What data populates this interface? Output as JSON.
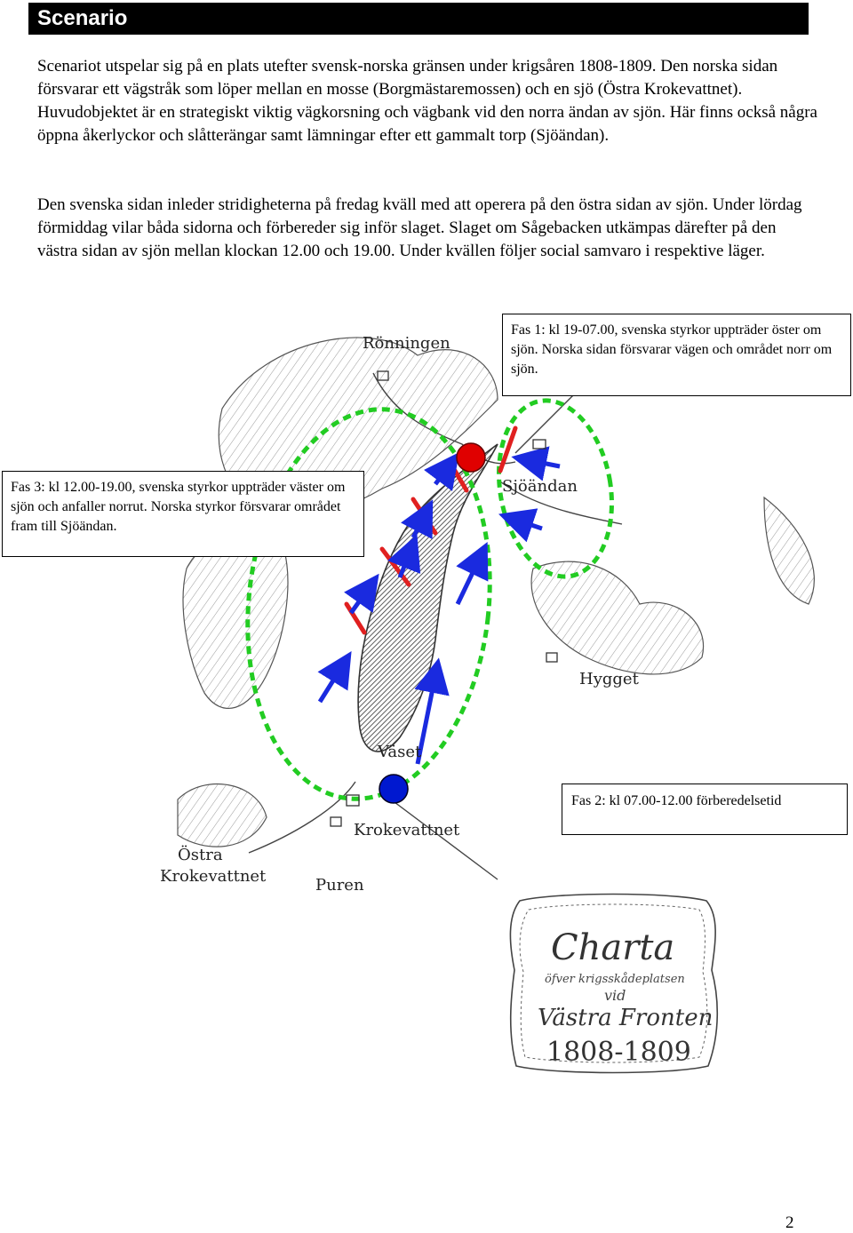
{
  "header": {
    "title": "Scenario"
  },
  "paragraphs": [
    "Scenariot utspelar sig på en plats utefter svensk-norska gränsen under krigsåren 1808-1809. Den norska sidan försvarar ett vägstråk som löper mellan en mosse (Borgmästaremossen) och en sjö (Östra Krokevattnet). Huvudobjektet är en strategiskt viktig vägkorsning och vägbank vid den norra ändan av sjön. Här finns också några öppna åkerlyckor och slåtterängar samt lämningar efter ett gammalt torp (Sjöändan).",
    "Den svenska sidan inleder stridigheterna på fredag kväll med att operera på den östra sidan av sjön. Under lördag förmiddag vilar båda sidorna och förbereder sig inför slaget. Slaget om Sågebacken utkämpas därefter på den västra sidan av sjön mellan klockan 12.00 och 19.00. Under kvällen följer social samvaro i respektive läger."
  ],
  "map": {
    "places": {
      "ronningen": "Rönningen",
      "sjoandan": "Sjöändan",
      "hygget": "Hygget",
      "vaset": "Väset",
      "krokevattnet": "Krokevattnet",
      "ostra1": "Östra",
      "ostra2": "Krokevattnet",
      "puren": "Puren"
    },
    "phase_boxes": {
      "fas1": "Fas 1: kl 19-07.00, svenska styrkor uppträder öster om sjön. Norska sidan försvarar vägen och området norr om sjön.",
      "fas3": "Fas 3: kl 12.00-19.00,  svenska styrkor uppträder väster om sjön och anfaller norrut. Norska styrkor försvarar området fram till Sjöändan.",
      "fas2": "Fas 2: kl 07.00-12.00 förberedelsetid"
    },
    "colors": {
      "norway_marker": "#e00000",
      "sweden_marker": "#0018d0",
      "zone": "#22cc22",
      "arrow": "#1a2adf",
      "line": "#e02020"
    }
  },
  "charta": {
    "line1": "Charta",
    "line2": "öfver krigsskådeplatsen",
    "line3": "vid",
    "line4": "Västra Fronten",
    "line5": "1808-1809"
  },
  "page_number": "2"
}
